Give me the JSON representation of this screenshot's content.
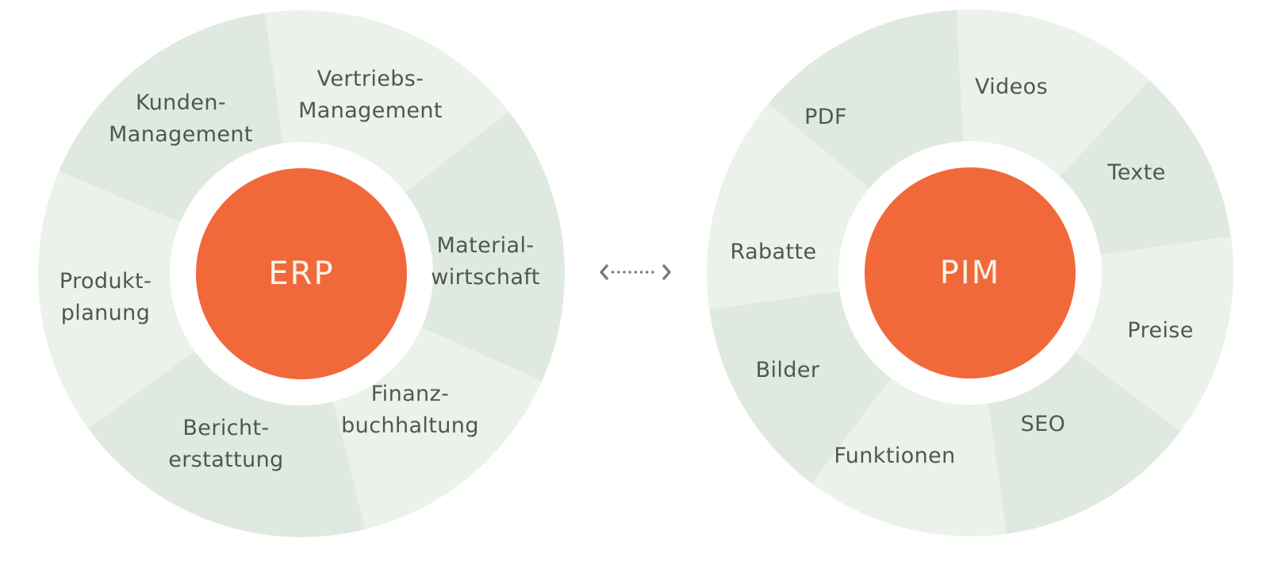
{
  "diagram": {
    "erp_wheel": {
      "center_label": "ERP",
      "segments": [
        {
          "label": "Vertriebs-\nManagement"
        },
        {
          "label": "Material-\nwirtschaft"
        },
        {
          "label": "Finanz-\nbuchhaltung"
        },
        {
          "label": "Bericht-\nerstattung"
        },
        {
          "label": "Produkt-\nplanung"
        },
        {
          "label": "Kunden-\nManagement"
        }
      ]
    },
    "pim_wheel": {
      "center_label": "PIM",
      "segments": [
        {
          "label": "Videos"
        },
        {
          "label": "Texte"
        },
        {
          "label": "Preise"
        },
        {
          "label": "SEO"
        },
        {
          "label": "Funktionen"
        },
        {
          "label": "Bilder"
        },
        {
          "label": "Rabatte"
        },
        {
          "label": "PDF"
        }
      ]
    },
    "connector": {
      "icon": "dotted-double-headed-arrow"
    }
  },
  "colors": {
    "accent_orange": "#F1693A",
    "segment_light": "#EAF2EA",
    "segment_dark": "#DFE9DF",
    "label_text": "#4E5851",
    "hub_text": "#F8F3EA",
    "arrow_gray": "#7B7B7B",
    "background": "#FFFFFF"
  }
}
